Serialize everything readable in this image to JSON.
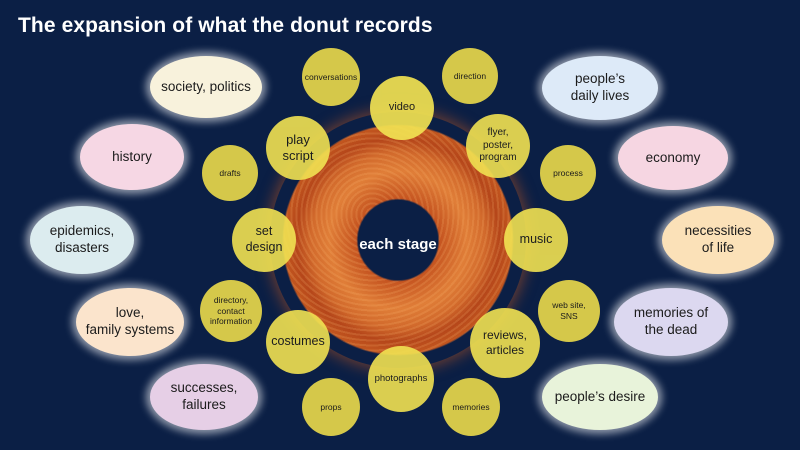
{
  "title": "The expansion of what the donut records",
  "center": "each stage",
  "colors": {
    "background": "#0b1f45",
    "inner_bubble": "#d5c84a",
    "donut": "#d26a2c"
  },
  "outer_topics": [
    {
      "label": "society, politics",
      "color": "#f8f2dc"
    },
    {
      "label": "history",
      "color": "#f6d7e4"
    },
    {
      "label": "epidemics,\ndisasters",
      "color": "#dcecef"
    },
    {
      "label": "love,\nfamily systems",
      "color": "#fbe4cc"
    },
    {
      "label": "successes,\nfailures",
      "color": "#e6cfe6"
    },
    {
      "label": "people’s\ndaily lives",
      "color": "#ddeaf8"
    },
    {
      "label": "economy",
      "color": "#f6d6e2"
    },
    {
      "label": "necessities\nof life",
      "color": "#fbe1b8"
    },
    {
      "label": "memories of\nthe dead",
      "color": "#dcd8f0"
    },
    {
      "label": "people’s desire",
      "color": "#e8f3da"
    }
  ],
  "records": [
    "conversations",
    "direction",
    "video",
    "play\nscript",
    "flyer,\nposter,\nprogram",
    "drafts",
    "process",
    "set\ndesign",
    "music",
    "directory,\ncontact\ninformation",
    "web site,\nSNS",
    "costumes",
    "reviews,\narticles",
    "photographs",
    "props",
    "memories"
  ]
}
